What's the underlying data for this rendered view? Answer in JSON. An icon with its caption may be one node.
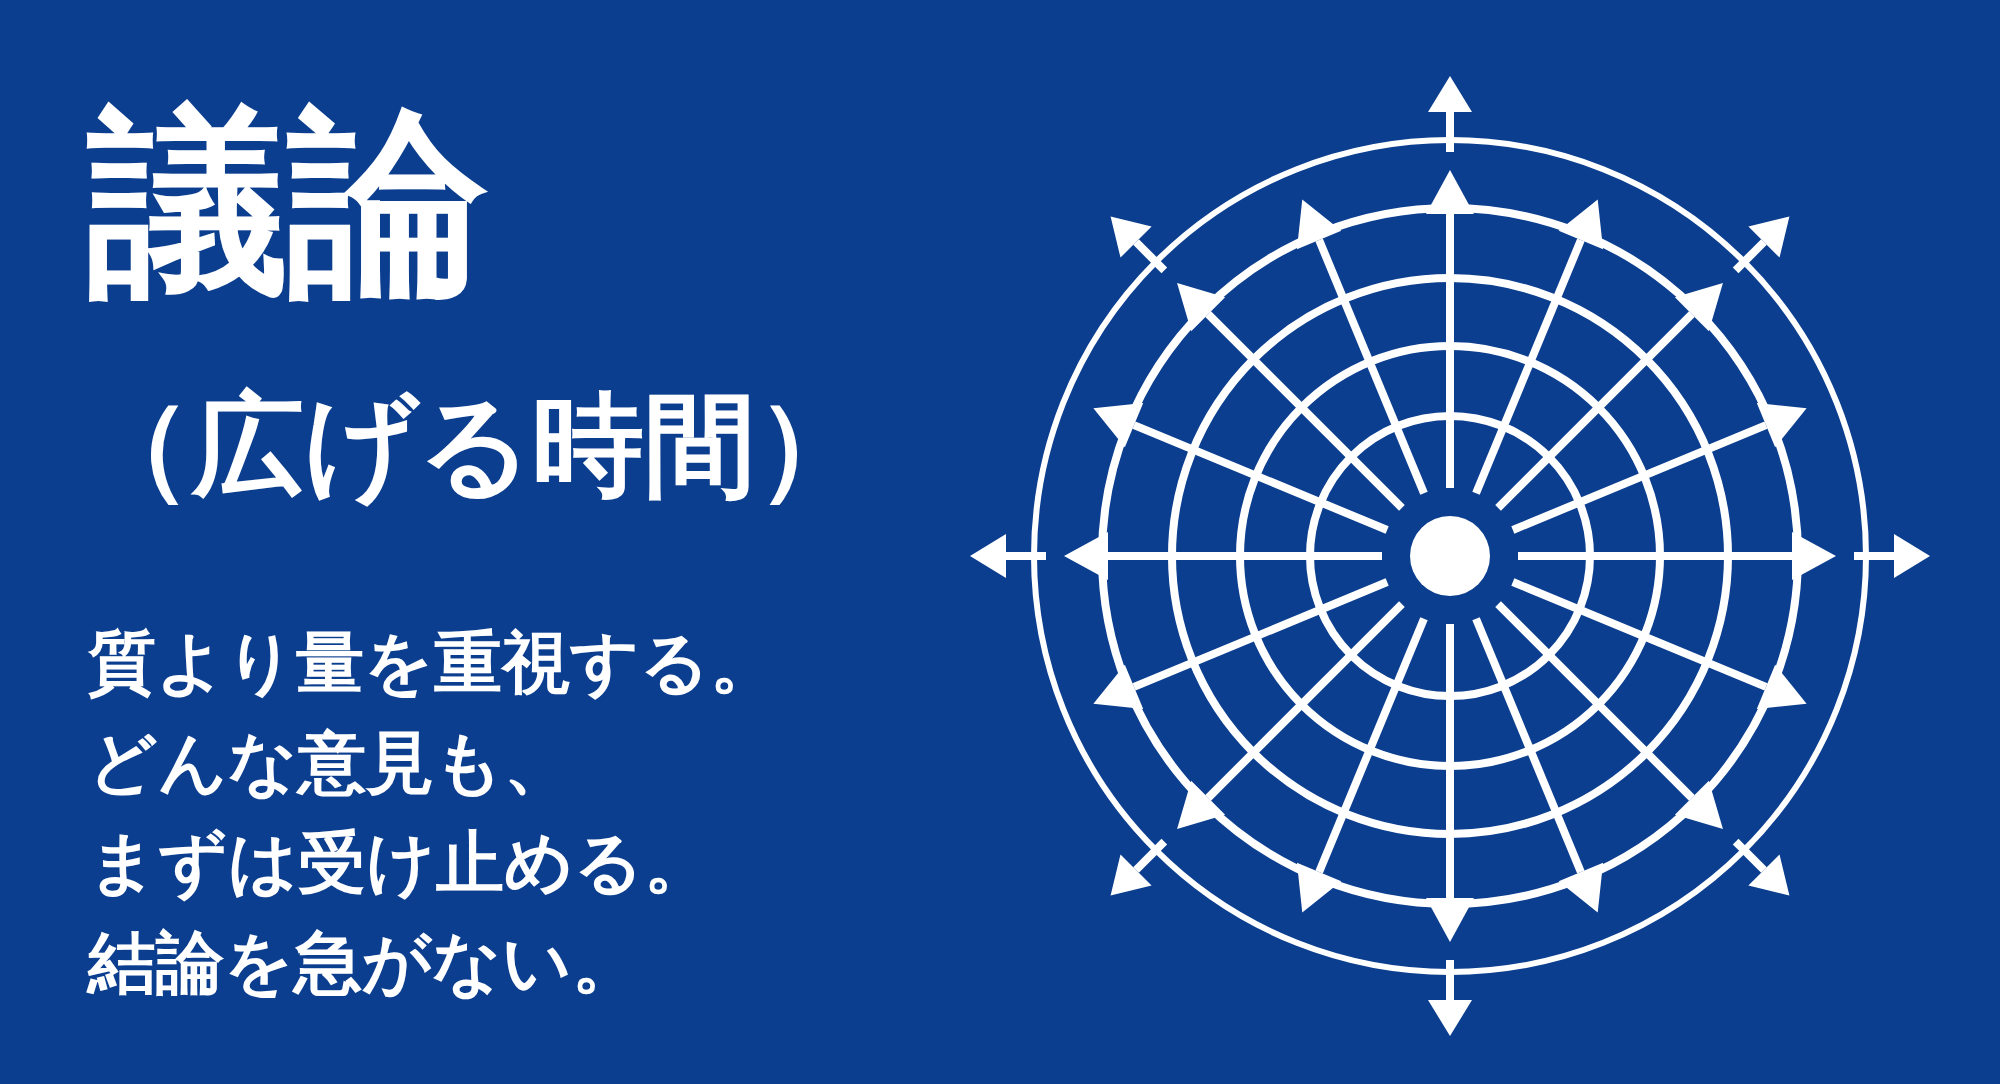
{
  "diagram": {
    "title": "議論",
    "labels": [
      "（広げる時間）",
      "質より量を重視する。",
      "どんな意見も、",
      "まずは受け止める。",
      "結論を急がない。"
    ]
  }
}
